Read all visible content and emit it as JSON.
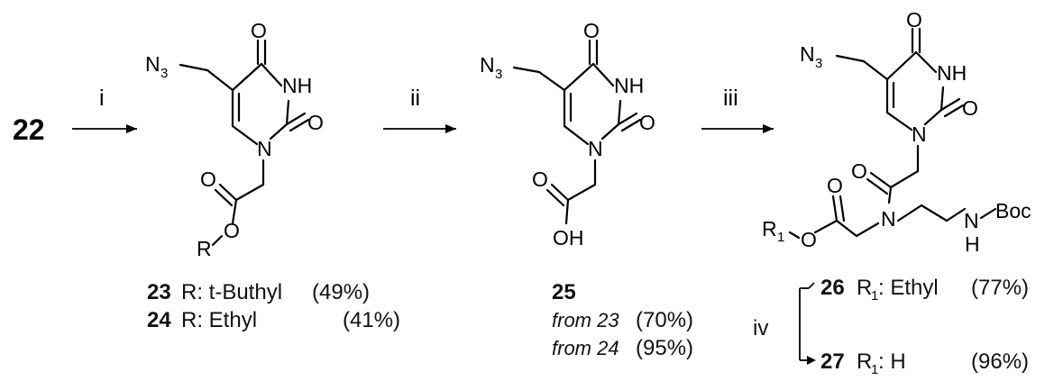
{
  "atoms": {
    "oxygen": "O",
    "nh": "NH",
    "nitrogen": "N",
    "azide_n": "N",
    "azide_sub": "3",
    "r": "R",
    "r1": "R",
    "r1_sub": "1",
    "oh": "OH",
    "boc": "Boc",
    "h": "H"
  },
  "start": {
    "number": "22"
  },
  "steps": [
    {
      "label": "i"
    },
    {
      "label": "ii"
    },
    {
      "label": "iii"
    },
    {
      "label": "iv"
    }
  ],
  "compounds": {
    "c23": {
      "number": "23",
      "text": "R: t-Buthyl",
      "yield": "(49%)"
    },
    "c24": {
      "number": "24",
      "text": "R: Ethyl",
      "yield": "(41%)"
    },
    "c25": {
      "number": "25",
      "from23": {
        "text": "from 23",
        "yield": "(70%)"
      },
      "from24": {
        "text": "from 24",
        "yield": "(95%)"
      }
    },
    "c26": {
      "number": "26",
      "r_label": "R",
      "r_sub": "1",
      "text": ": Ethyl",
      "yield": "(77%)"
    },
    "c27": {
      "number": "27",
      "r_label": "R",
      "r_sub": "1",
      "text": ": H",
      "yield": "(96%)"
    }
  }
}
